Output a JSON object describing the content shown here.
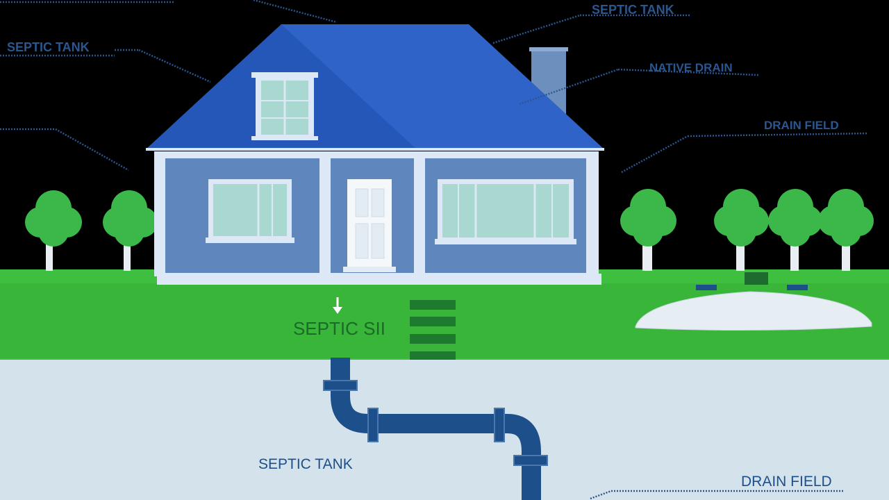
{
  "labels": {
    "top_left": "SEPTIC TANK",
    "top_right": "SEPTIC TANK",
    "right_upper": "NATIVE DRAIN",
    "right_middle": "DRAIN FIELD",
    "ground_label": "SEPTIC SII",
    "underground_tank": "SEPTIC TANK",
    "underground_field": "DRAIN FIELD"
  },
  "colors": {
    "sky": "#000000",
    "roof": "#2f63c8",
    "walls": "#5f86bd",
    "trim": "#dce8f5",
    "grass": "#3fbf3f",
    "soil": "#d4e2ec",
    "pipe": "#1d4f8a",
    "tree": "#3cb84a",
    "leader_line": "#2a5790"
  }
}
